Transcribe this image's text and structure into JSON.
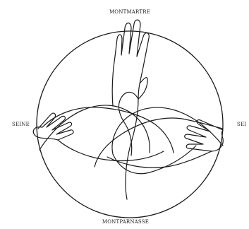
{
  "labels": {
    "top": "MONTMARTRE",
    "left": "SEINE",
    "right": "SEI",
    "bottom": "MONTPARNASSE"
  }
}
